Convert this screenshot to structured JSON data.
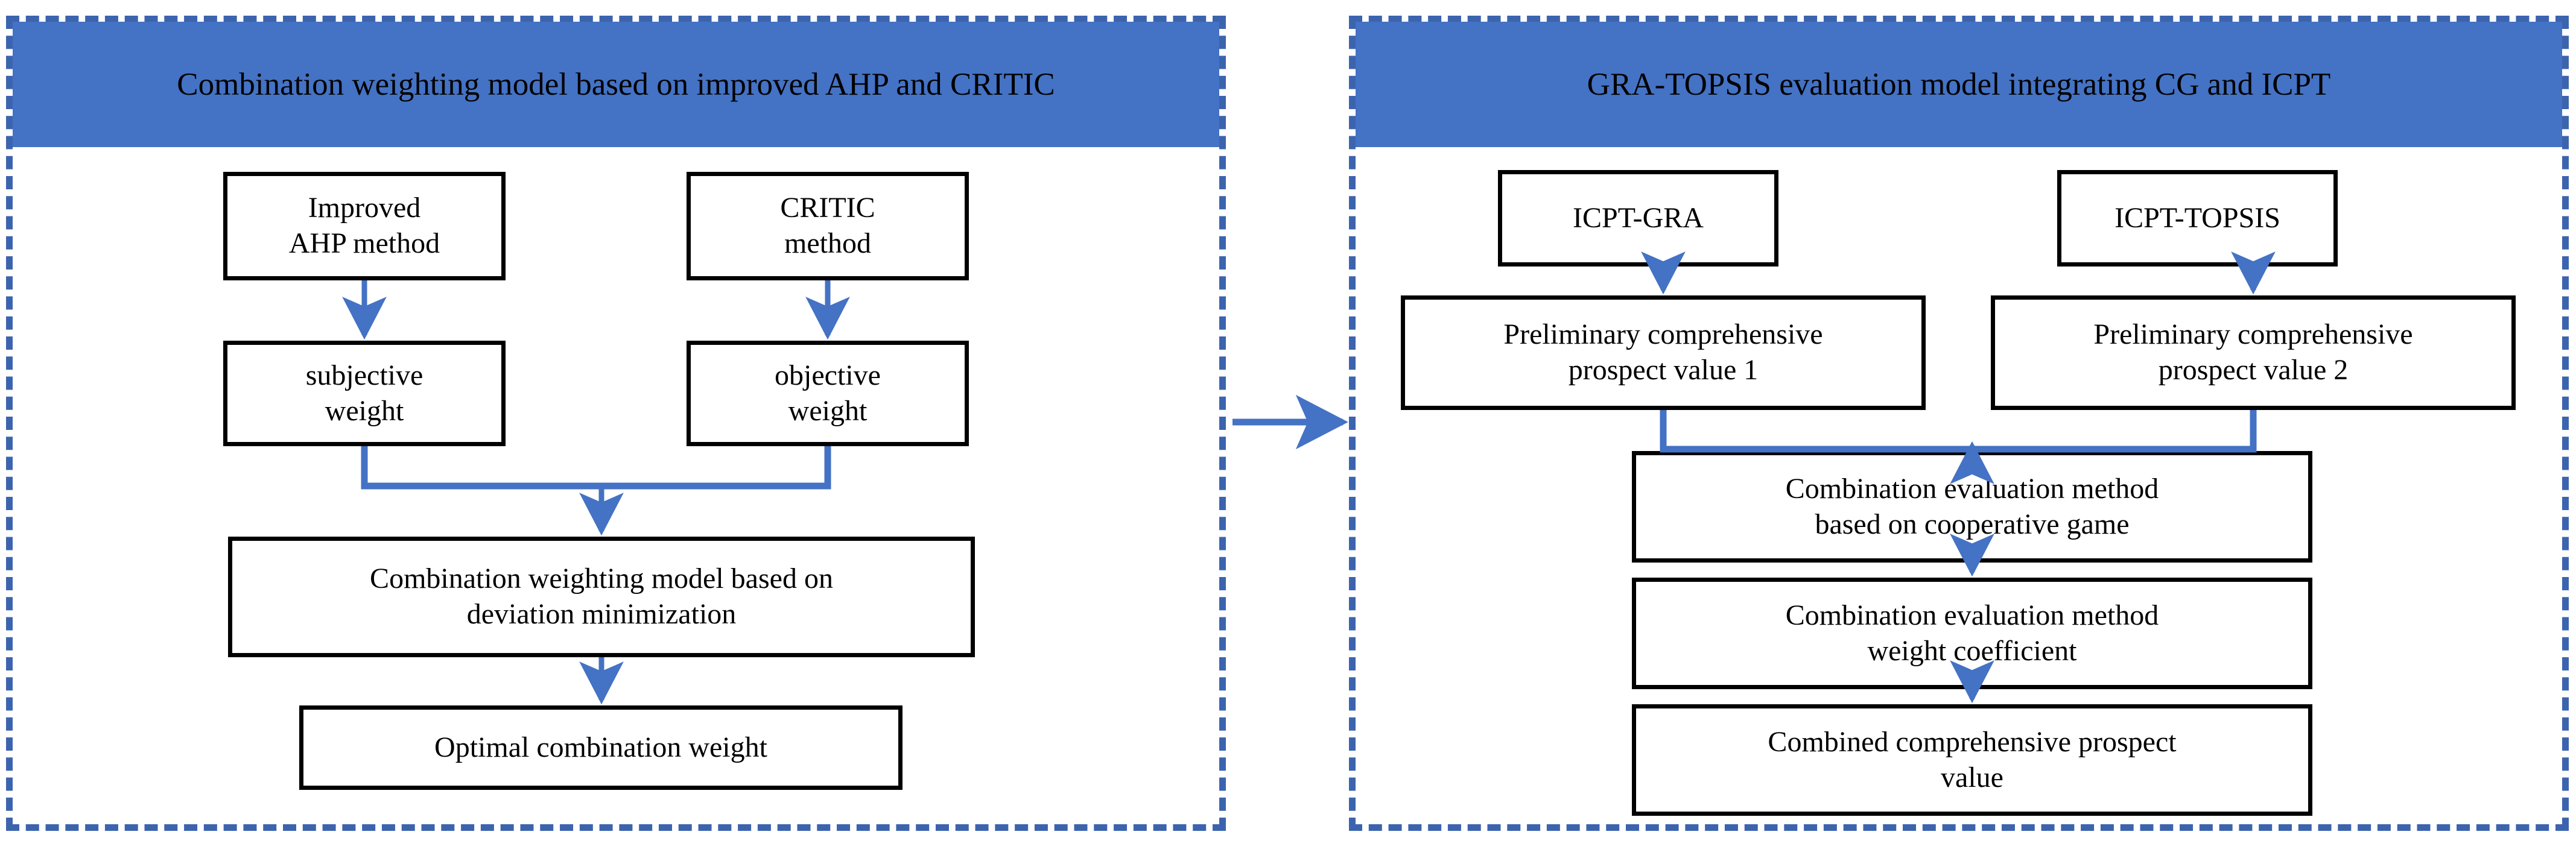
{
  "diagram": {
    "title_left": "Combination weighting model based on improved AHP and CRITIC",
    "title_right": "GRA-TOPSIS evaluation model integrating CG and ICPT",
    "colors": {
      "header_fill": "#4472C4",
      "dashed_border": "#3C64AE",
      "arrow": "#4472C4",
      "node_border": "#000000",
      "node_fill": "#FFFFFF",
      "text": "#000000"
    }
  },
  "left_panel": {
    "header": "Combination weighting model based on improved AHP and CRITIC",
    "nodes": {
      "improved_ahp": "Improved\nAHP method",
      "critic": "CRITIC\nmethod",
      "subjective_weight": "subjective\nweight",
      "objective_weight": "objective\nweight",
      "deviation_model": "Combination weighting model based on\ndeviation minimization",
      "optimal_weight": "Optimal combination weight"
    }
  },
  "right_panel": {
    "header": "GRA-TOPSIS evaluation model integrating CG and ICPT",
    "nodes": {
      "icpt_gra": "ICPT-GRA",
      "icpt_topsis": "ICPT-TOPSIS",
      "prelim_value_1": "Preliminary comprehensive\nprospect value 1",
      "prelim_value_2": "Preliminary comprehensive\nprospect value 2",
      "cooperative_game": "Combination evaluation method\nbased on cooperative game",
      "weight_coefficient": "Combination evaluation method\nweight coefficient",
      "combined_value": "Combined comprehensive prospect\nvalue"
    }
  }
}
